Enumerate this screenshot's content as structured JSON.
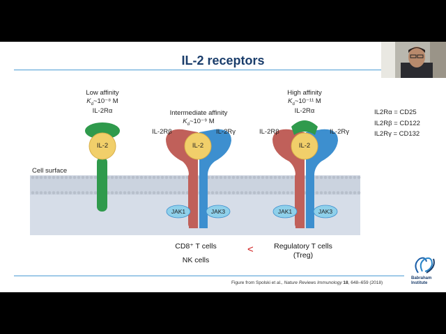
{
  "slide": {
    "title": "IL-2 receptors",
    "cell_surface_label": "Cell surface",
    "receptors": [
      {
        "affinity": "Low affinity",
        "kd": "K_d ~10⁻⁸ M",
        "subunits": [
          "IL-2Rα"
        ],
        "ligand": "IL-2"
      },
      {
        "affinity": "Intermediate affinity",
        "kd": "K_d ~10⁻⁹ M",
        "subunits": [
          "IL-2Rβ",
          "IL-2Rγ"
        ],
        "ligand": "IL-2",
        "kinases": [
          "JAK1",
          "JAK3"
        ]
      },
      {
        "affinity": "High affinity",
        "kd": "K_d ~10⁻¹¹ M",
        "subunits": [
          "IL-2Rα",
          "IL-2Rβ",
          "IL-2Rγ"
        ],
        "ligand": "IL-2",
        "kinases": [
          "JAK1",
          "JAK3"
        ]
      }
    ],
    "labels": {
      "low_affinity": "Low affinity",
      "low_kd_k": "K",
      "low_kd_sub": "d",
      "low_kd_val": "~10⁻⁸ M",
      "int_affinity": "Intermediate affinity",
      "int_kd_val": "~10⁻⁹ M",
      "high_affinity": "High affinity",
      "high_kd_val": "~10⁻¹¹ M",
      "il2ra": "IL-2Rα",
      "il2rb": "IL-2Rβ",
      "il2rg": "IL-2Rγ",
      "il2": "IL-2",
      "jak1": "JAK1",
      "jak3": "JAK3"
    },
    "legend": [
      "IL2Rα = CD25",
      "IL2Rβ = CD122",
      "IL2Rγ = CD132"
    ],
    "cells_intermediate": [
      "CD8⁺ T cells",
      "NK cells"
    ],
    "comparison": "<",
    "cells_high": [
      "Regulatory T cells",
      "(Treg)"
    ],
    "citation_prefix": "Figure from Spolski et al., ",
    "citation_journal": "Nature Reviews Immunology",
    "citation_volume": " 18",
    "citation_suffix": ", 648–659 (2018)",
    "logo_text": [
      "Babraham",
      "Institute"
    ]
  },
  "colors": {
    "title": "#1a3d6b",
    "rule": "#4a9bd4",
    "ra": "#2f9a4c",
    "rb": "#c0605a",
    "rg": "#3d8fcf",
    "il2": "#f1cf6a",
    "jak": "#8fd0ea",
    "membrane": "#d6dde8",
    "accent_red": "#d01c1c"
  }
}
